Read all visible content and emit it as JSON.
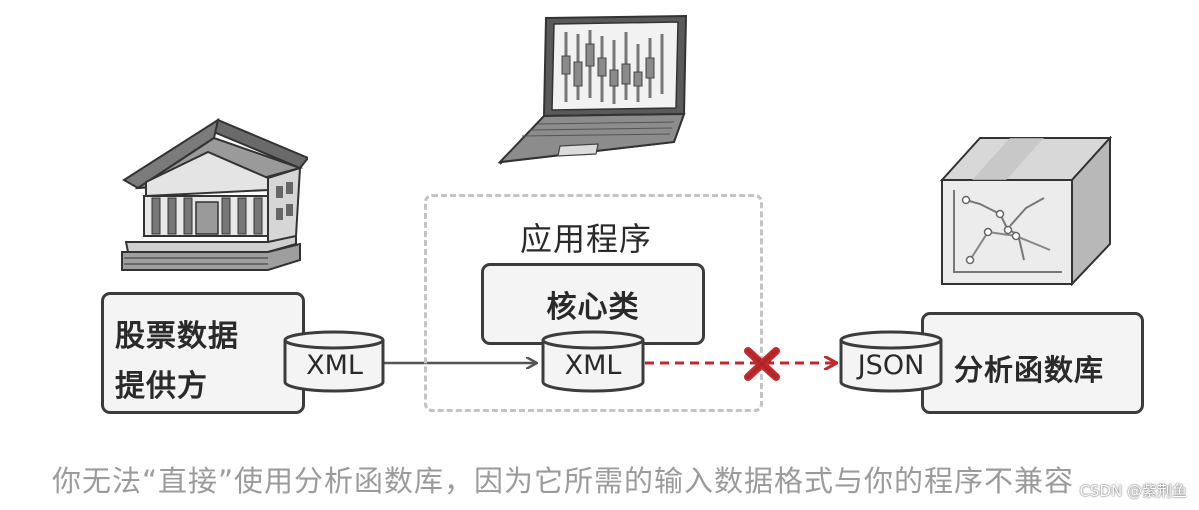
{
  "stock_provider": {
    "label_line1": "股票数据",
    "label_line2": "提供方",
    "format": "XML"
  },
  "application": {
    "title": "应用程序",
    "core_class": "核心类",
    "format": "XML"
  },
  "analytics_library": {
    "label": "分析函数库",
    "format": "JSON"
  },
  "icons": {
    "provider": "bank-building-icon",
    "application": "laptop-chart-icon",
    "library": "box-chart-icon",
    "incompatible": "red-x-icon"
  },
  "colors": {
    "stroke": "#3c3c3c",
    "box_fill": "#f4f4f4",
    "incompatible": "#c0282e",
    "dashed_frame": "#c4c4c4",
    "caption": "#9b9b9b"
  },
  "caption": "你无法“直接”使用分析函数库，因为它所需的输入数据格式与你的程序不兼容",
  "watermark": "CSDN @紫荆鱼"
}
